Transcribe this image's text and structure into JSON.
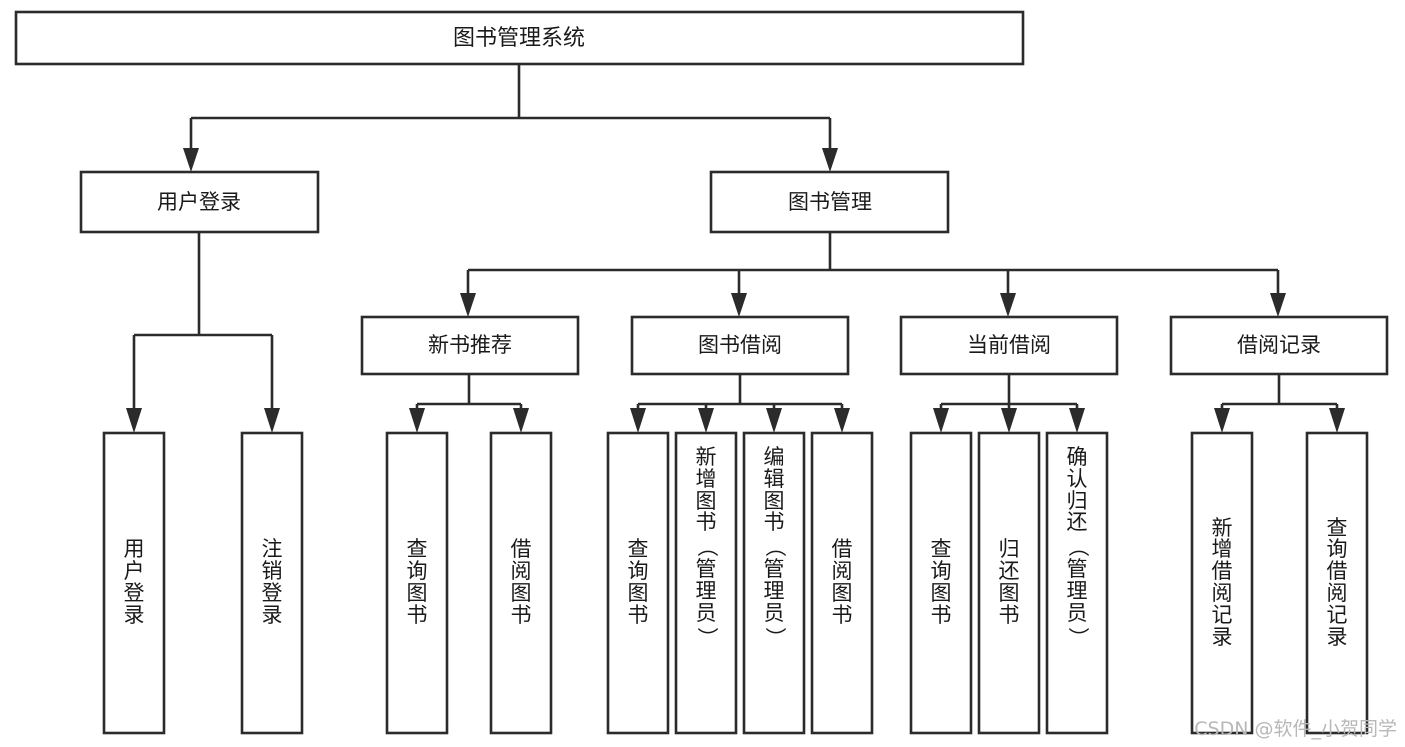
{
  "diagram": {
    "title": "图书管理系统",
    "type": "tree-hierarchy-diagram",
    "colors": {
      "stroke": "#2b2b2b",
      "fill": "#ffffff",
      "text": "#1a1a1a",
      "watermark": "#b8b8b8",
      "background": "#ffffff"
    },
    "root": {
      "label": "图书管理系统"
    },
    "level2": [
      {
        "label": "用户登录"
      },
      {
        "label": "图书管理"
      }
    ],
    "level3": [
      {
        "label": "新书推荐"
      },
      {
        "label": "图书借阅"
      },
      {
        "label": "当前借阅"
      },
      {
        "label": "借阅记录"
      }
    ],
    "leaves": {
      "user_login": [
        {
          "label": "用户登录"
        },
        {
          "label": "注销登录"
        }
      ],
      "new_book_recommend": [
        {
          "label": "查询图书"
        },
        {
          "label": "借阅图书"
        }
      ],
      "book_borrow": [
        {
          "label": "查询图书"
        },
        {
          "label": "新增图书（管理员）"
        },
        {
          "label": "编辑图书（管理员）"
        },
        {
          "label": "借阅图书"
        }
      ],
      "current_borrow": [
        {
          "label": "查询图书"
        },
        {
          "label": "归还图书"
        },
        {
          "label": "确认归还（管理员）"
        }
      ],
      "borrow_record": [
        {
          "label": "新增借阅记录"
        },
        {
          "label": "查询借阅记录"
        }
      ]
    },
    "watermark": "CSDN @软件_小贺同学"
  }
}
